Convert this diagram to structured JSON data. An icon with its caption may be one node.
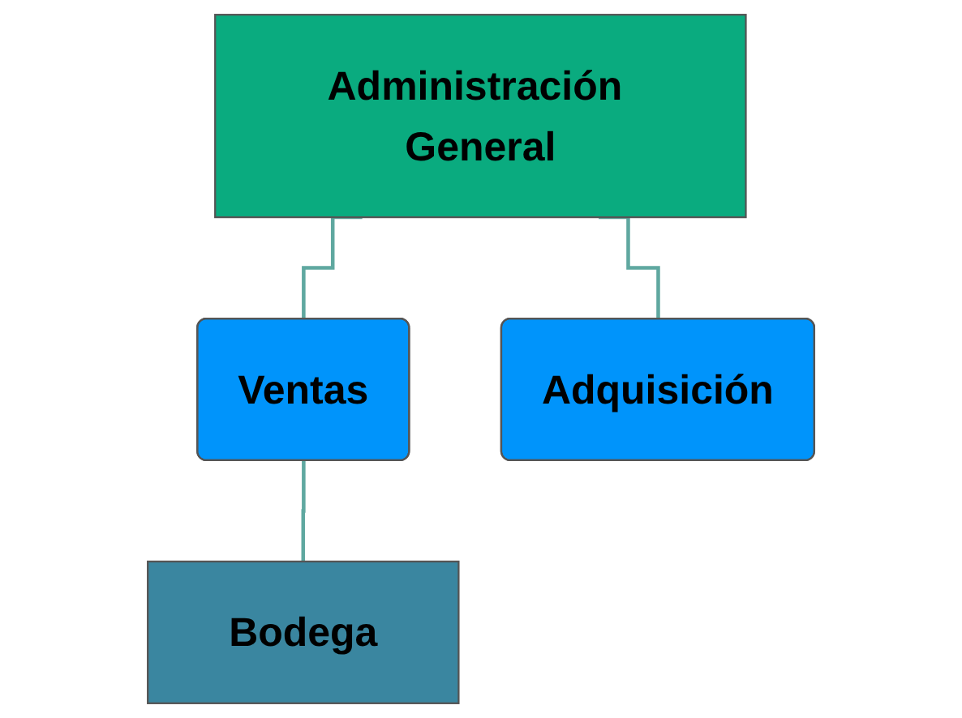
{
  "diagram": {
    "nodes": [
      {
        "text": [
          "Administración General"
        ]
      },
      {
        "text": [
          "Ventas"
        ]
      },
      {
        "text": [
          "Adquisición"
        ]
      },
      {
        "text": [
          "Bodega"
        ]
      }
    ],
    "edges": [
      {
        "from": 0,
        "to": 1,
        "arrow": "none"
      },
      {
        "from": 0,
        "to": 2,
        "arrow": "none"
      },
      {
        "from": 1,
        "to": 3,
        "arrow": "none"
      }
    ]
  }
}
